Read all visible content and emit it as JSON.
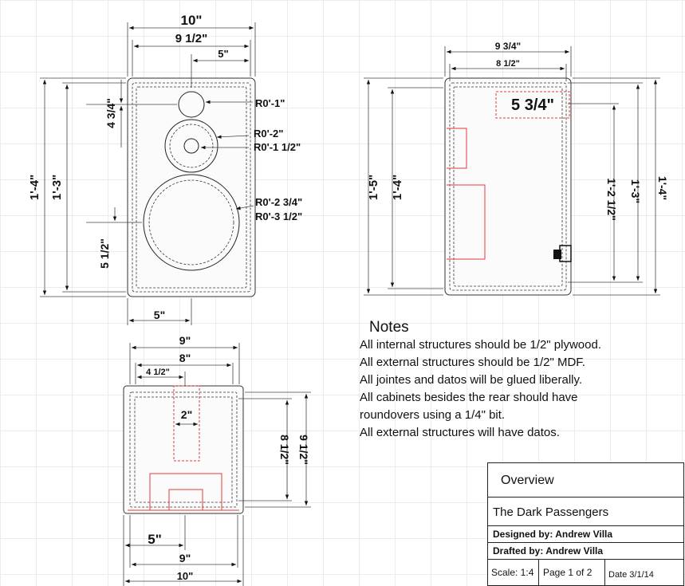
{
  "front_view": {
    "width_outer": "10\"",
    "width_inner": "9 1/2\"",
    "tweeter_offset": "5\"",
    "height_outer": "1'-4\"",
    "height_inner": "1'-3\"",
    "tweeter_height": "4 3/4\"",
    "woofer_bottom": "5 1/2\"",
    "bottom_offset": "5\"",
    "tweeter_radius": "R0'-1\"",
    "mid_outer_radius": "R0'-2\"",
    "mid_inner_radius": "R0'-1 1/2\"",
    "woofer_outer_radius": "R0'-2 3/4\"",
    "woofer_inner_radius": "R0'-3 1/2\""
  },
  "side_view": {
    "depth_outer": "9 3/4\"",
    "depth_inner": "8 1/2\"",
    "port_label": "5 3/4\"",
    "height_left_outer": "1'-5\"",
    "height_left_inner": "1'-4\"",
    "height_right_a": "1'-2 1/2\"",
    "height_right_b": "1'-3\"",
    "height_right_c": "1'-4\""
  },
  "top_view": {
    "width_a": "9\"",
    "width_b": "8\"",
    "port_offset": "4 1/2\"",
    "port_width": "2\"",
    "depth_inner": "8 1/2\"",
    "depth_outer": "9 1/2\"",
    "bottom_offset": "5\"",
    "bottom_width_a": "9\"",
    "bottom_width_b": "10\""
  },
  "notes": {
    "title": "Notes",
    "lines": [
      "All internal structures should be 1/2\" plywood.",
      "All external structures should be 1/2\" MDF.",
      "All jointes and datos will be glued liberally.",
      "All cabinets besides the rear should have",
      "roundovers using a 1/4\" bit.",
      "All external structures will have datos."
    ]
  },
  "title_block": {
    "sheet_name": "Overview",
    "project": "The Dark Passengers",
    "designed_by": "Designed by: Andrew Villa",
    "drafted_by": "Drafted by: Andrew Villa",
    "scale": "Scale: 1:4",
    "page": "Page 1 of 2",
    "date": "Date 3/1/14"
  },
  "colors": {
    "line": "#222222",
    "red": "#e23b3b",
    "grid": "#ececec"
  }
}
